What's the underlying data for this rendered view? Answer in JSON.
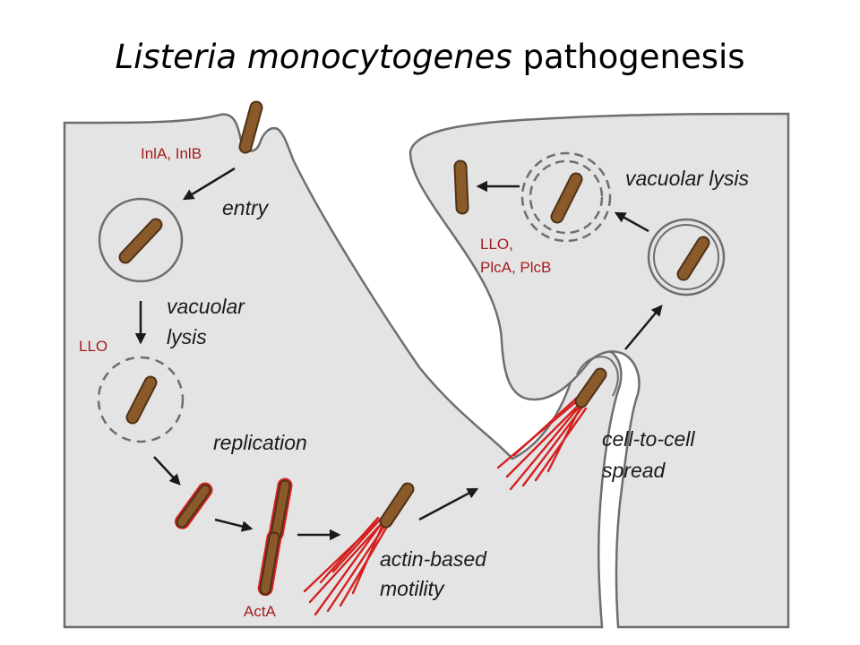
{
  "title": {
    "species": "Listeria monocytogenes",
    "topic": "pathogenesis"
  },
  "stages": {
    "entry": "entry",
    "vacuolar_lysis_1_line1": "vacuolar",
    "vacuolar_lysis_1_line2": "lysis",
    "replication": "replication",
    "actin_motility_line1": "actin-based",
    "actin_motility_line2": "motility",
    "spread_line1": "cell-to-cell",
    "spread_line2": "spread",
    "vacuolar_lysis_2": "vacuolar lysis"
  },
  "proteins": {
    "inlab": "InlA, InlB",
    "llo_1": "LLO",
    "acta": "ActA",
    "llo_2_line1": "LLO,",
    "llo_2_line2": "PlcA, PlcB"
  },
  "colors": {
    "cell": "#e4e4e4",
    "membrane": "#6e6e6e",
    "bacterium": "#8b5a2b",
    "bacterium_outline": "#4e3216",
    "actin": "#d42222",
    "protein_label": "#a61c1c",
    "arrow": "#1a1a1a"
  }
}
